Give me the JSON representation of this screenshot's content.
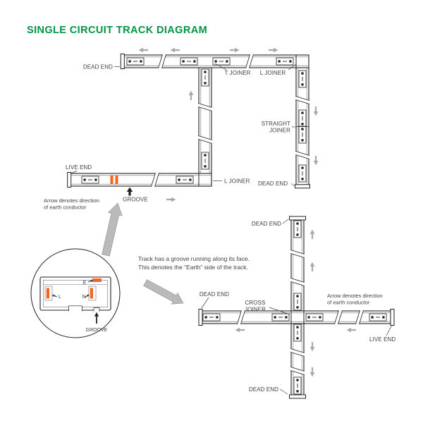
{
  "title": "SINGLE CIRCUIT TRACK DIAGRAM",
  "colors": {
    "title_green": "#009444",
    "conductor_orange": "#F26522",
    "direction_arrow_gray": "#A7A9AC",
    "line_black": "#231F20",
    "text_gray": "#414042"
  },
  "upper": {
    "dead_end_top": "DEAD END",
    "t_joiner": "T JOINER",
    "l_joiner_top": "L JOINER",
    "straight_joiner_1": "STRAIGHT",
    "straight_joiner_2": "JOINER",
    "l_joiner_bottom": "L JOINER",
    "dead_end_right": "DEAD END",
    "live_end": "LIVE END",
    "groove": "GROOVE",
    "earth_note_1": "Arrow denotes direction",
    "earth_note_2": "of earth conductor"
  },
  "note": {
    "line1": "Track has a groove running along its face.",
    "line2": "This denotes the “Earth” side of the track."
  },
  "inset": {
    "e": "E",
    "n": "N",
    "l": "L",
    "groove": "GROOVE"
  },
  "lower": {
    "dead_end_top": "DEAD END",
    "dead_end_left": "DEAD END",
    "cross_joiner_1": "CROSS",
    "cross_joiner_2": "JOINER",
    "earth_note_1": "Arrow denotes direction",
    "earth_note_2": "of earth conductor",
    "live_end": "LIVE END",
    "dead_end_bottom": "DEAD END"
  }
}
